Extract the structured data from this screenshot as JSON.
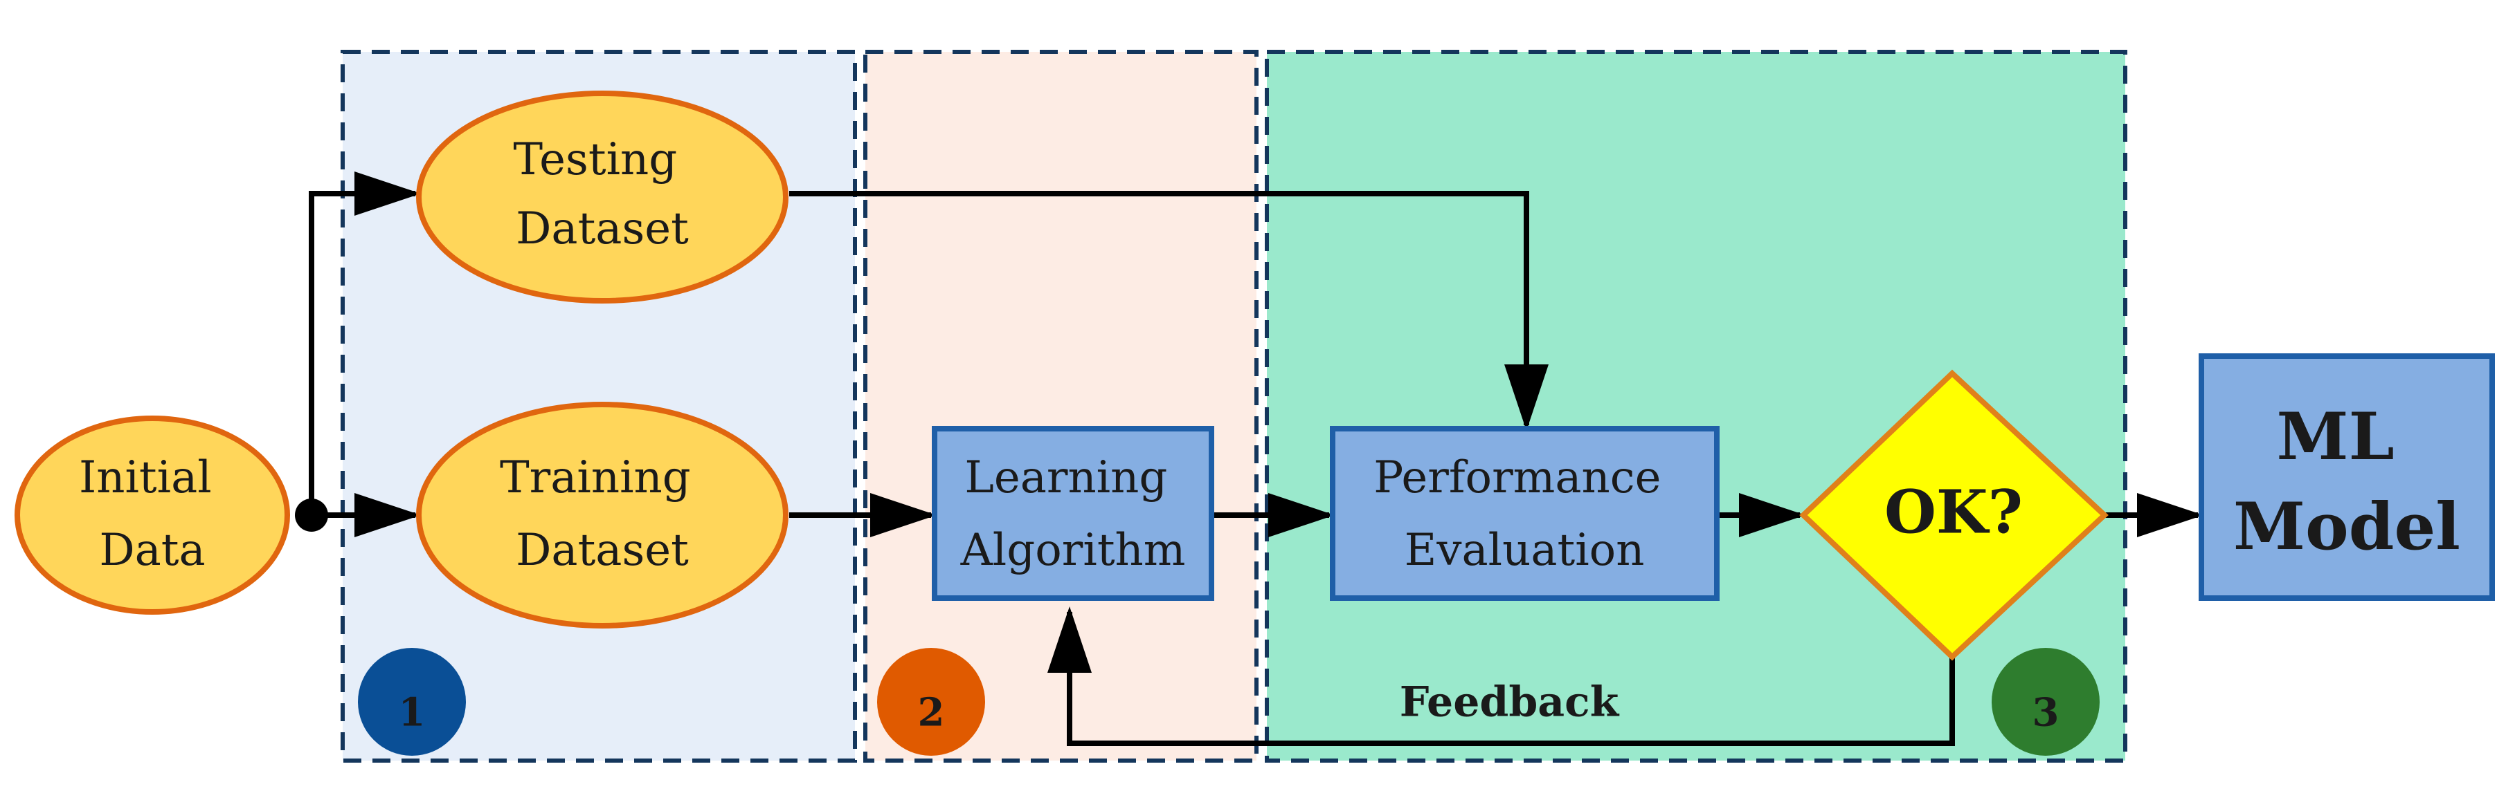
{
  "colors": {
    "stage1_fill": "#e6eef9",
    "stage2_fill": "#fdece4",
    "stage3_fill": "#9ae9cc",
    "badge1": "#0a4f96",
    "badge2": "#e05a00",
    "badge3": "#2e7d2e",
    "data_node_fill": "#ffd65a",
    "data_node_stroke": "#e0660f",
    "process_node_fill": "#85aee2",
    "process_node_stroke": "#1f5fa8",
    "decision_fill": "#ffff00"
  },
  "stages": [
    {
      "id": "stage-1",
      "badge": "1"
    },
    {
      "id": "stage-2",
      "badge": "2"
    },
    {
      "id": "stage-3",
      "badge": "3"
    }
  ],
  "nodes": {
    "initial_data": {
      "line1": "Initial",
      "line2": "Data"
    },
    "testing_dataset": {
      "line1": "Testing",
      "line2": "Dataset"
    },
    "training_dataset": {
      "line1": "Training",
      "line2": "Dataset"
    },
    "learning_algorithm": {
      "line1": "Learning",
      "line2": "Algorithm"
    },
    "performance_evaluation": {
      "line1": "Performance",
      "line2": "Evaluation"
    },
    "decision": {
      "label": "OK?"
    },
    "ml_model": {
      "line1": "ML",
      "line2": "Model"
    }
  },
  "edges": {
    "feedback_label": "Feedback"
  }
}
